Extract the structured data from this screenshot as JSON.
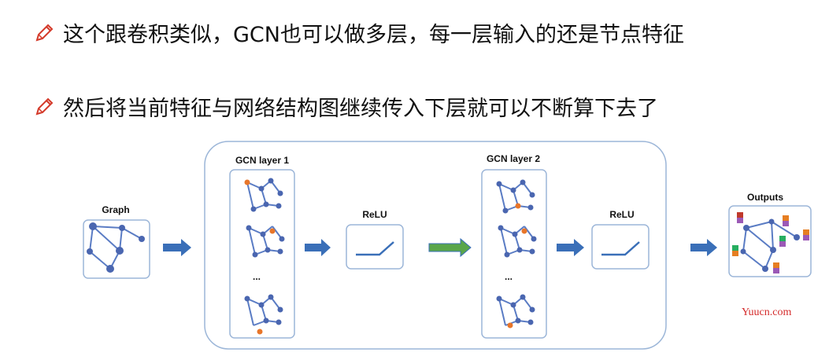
{
  "bullets": [
    {
      "icon": "pencil-icon",
      "text": "这个跟卷积类似，GCN也可以做多层，每一层输入的还是节点特征"
    },
    {
      "icon": "pencil-icon",
      "text": "然后将当前特征与网络结构图继续传入下层就可以不断算下去了"
    }
  ],
  "diagram": {
    "input_label": "Graph",
    "layer1_label": "GCN layer 1",
    "layer2_label": "GCN layer 2",
    "relu1_label": "ReLU",
    "relu2_label": "ReLU",
    "output_label": "Outputs",
    "ellipsis": "...",
    "colors": {
      "node": "#4a66b0",
      "highlight": "#e8762a",
      "edge": "#5a7cc4",
      "arrow": "#3a6fb8",
      "green_arrow": "#5aa64a",
      "panel_border": "#9cb6d8",
      "output_tags": [
        "#c0392b",
        "#9b59b6",
        "#e67e22",
        "#27ae60"
      ]
    }
  },
  "watermark": "Yuucn.com"
}
